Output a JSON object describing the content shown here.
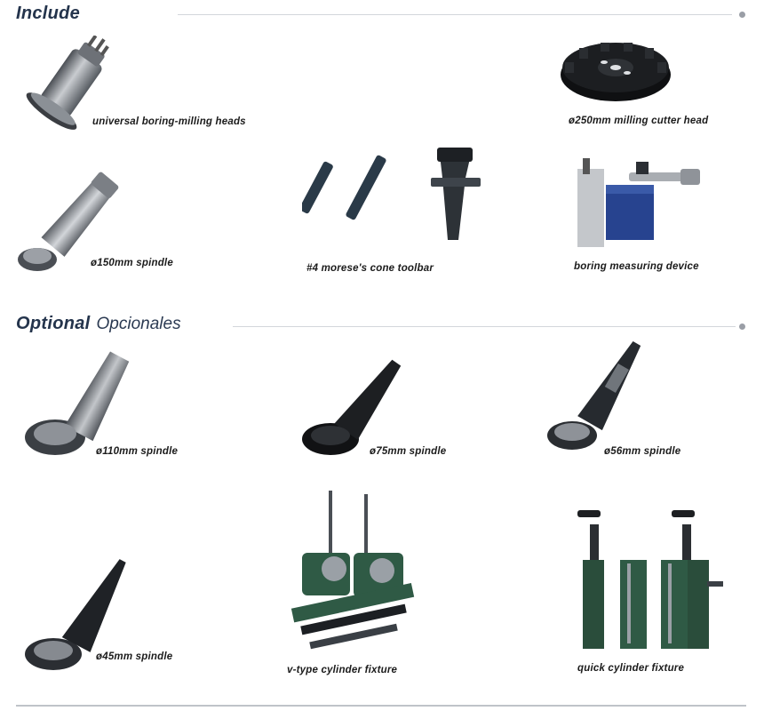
{
  "include": {
    "title": "Include",
    "subtitle": ""
  },
  "optional": {
    "title": "Optional",
    "subtitle": "Opcionales"
  },
  "products": {
    "boring_head": {
      "label": "universal boring-milling heads",
      "icon": "boring-milling-head-icon"
    },
    "cutter_head": {
      "label": "ø250mm milling cutter head",
      "icon": "milling-cutter-head-icon"
    },
    "spindle_150": {
      "label": "ø150mm spindle",
      "icon": "spindle-icon"
    },
    "cone_toolbar": {
      "label": "#4 morese's cone toolbar",
      "icon": "cone-toolbar-icon"
    },
    "measuring_device": {
      "label": "boring measuring device",
      "icon": "measuring-device-icon"
    },
    "spindle_110": {
      "label": "ø110mm spindle",
      "icon": "spindle-icon"
    },
    "spindle_75": {
      "label": "ø75mm spindle",
      "icon": "spindle-icon"
    },
    "spindle_56": {
      "label": "ø56mm spindle",
      "icon": "spindle-icon"
    },
    "spindle_45": {
      "label": "ø45mm spindle",
      "icon": "spindle-icon"
    },
    "v_fixture": {
      "label": "v-type cylinder fixture",
      "icon": "v-fixture-icon"
    },
    "quick_fixture": {
      "label": "quick cylinder fixture",
      "icon": "quick-fixture-icon"
    }
  },
  "colors": {
    "heading": "#24344c",
    "rule": "#d3d6db",
    "steel": "#8a8f96",
    "black_steel": "#1d1f22",
    "fixture_green": "#2f5a45",
    "gauge_blue": "#27438f"
  }
}
